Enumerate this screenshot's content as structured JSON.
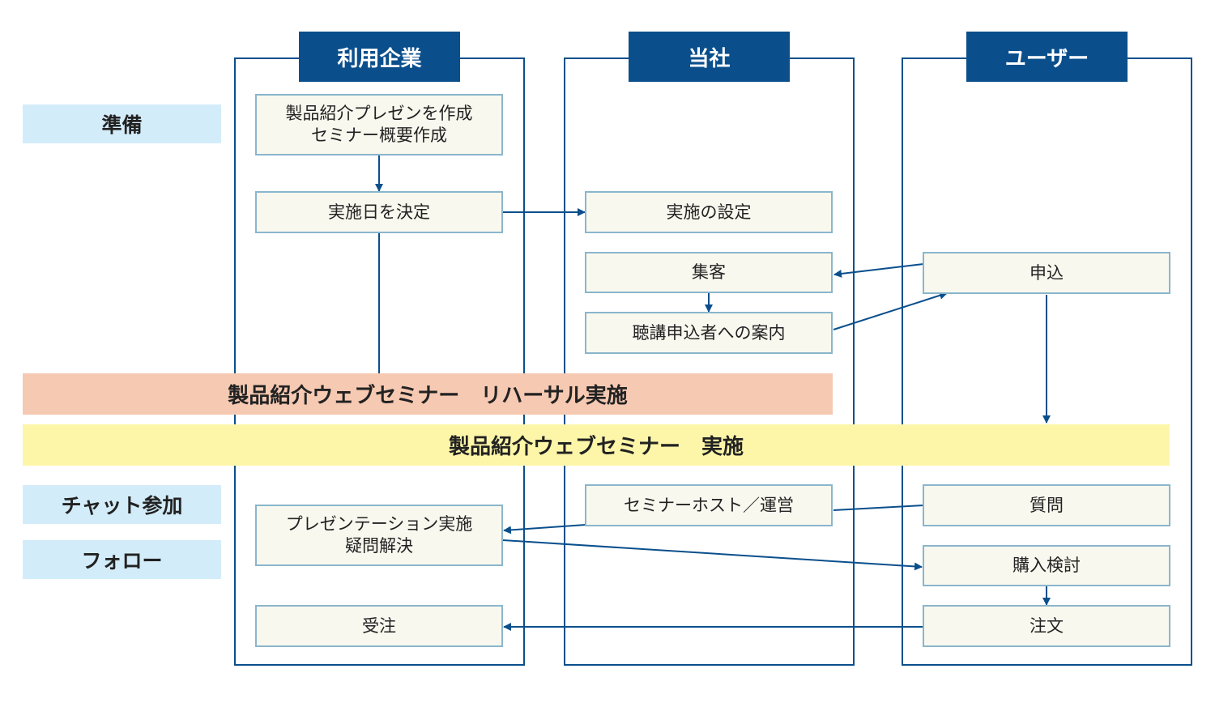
{
  "colors": {
    "lane_border": "#0a4f8c",
    "header_bg": "#0a4f8c",
    "box_border": "#8ab6cc",
    "box_bg": "#f9f8ef",
    "phase_bg": "#d3ecf9",
    "rehearsal_bg": "#f6c9b2",
    "seminar_bg": "#fdf6a9",
    "arrow": "#0a4f8c"
  },
  "lanes": {
    "company": "利用企業",
    "us": "当社",
    "user": "ユーザー"
  },
  "phases": {
    "prep": "準備",
    "chat": "チャット参加",
    "follow": "フォロー"
  },
  "bands": {
    "rehearsal": "製品紹介ウェブセミナー　リハーサル実施",
    "seminar": "製品紹介ウェブセミナー　実施"
  },
  "boxes": {
    "create_presentation": [
      "製品紹介プレゼンを作成",
      "セミナー概要作成"
    ],
    "decide_date": "実施日を決定",
    "setup": "実施の設定",
    "attract": "集客",
    "guide": "聴講申込者への案内",
    "apply": "申込",
    "host": "セミナーホスト／運営",
    "question": "質問",
    "present": [
      "プレゼンテーション実施",
      "疑問解決"
    ],
    "consider": "購入検討",
    "receive_order": "受注",
    "order": "注文"
  }
}
